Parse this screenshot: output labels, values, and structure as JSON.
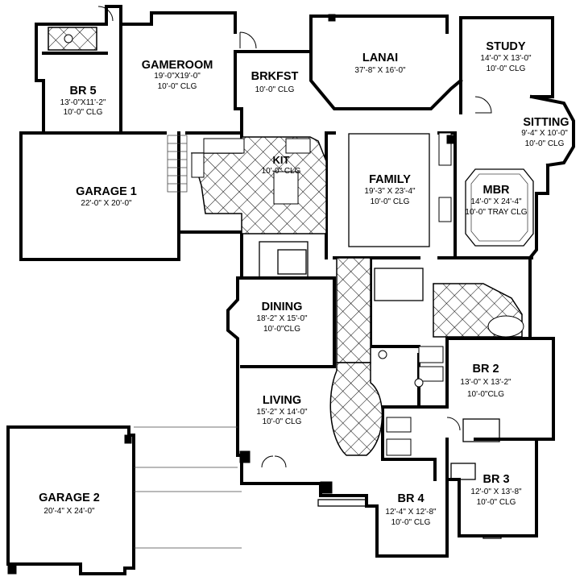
{
  "rooms": {
    "lanai": {
      "name": "LANAI",
      "dim": "37'-8\" X 16'-0\""
    },
    "study": {
      "name": "STUDY",
      "dim": "14'-0\" X 13'-0\"",
      "clg": "10'-0\" CLG"
    },
    "gameroom": {
      "name": "GAMEROOM",
      "dim": "19'-0\"X19'-0\"",
      "clg": "10'-0\" CLG"
    },
    "brkfst": {
      "name": "BRKFST",
      "clg": "10'-0\" CLG"
    },
    "br5": {
      "name": "BR 5",
      "dim": "13'-0\"X11'-2\"",
      "clg": "10'-0\" CLG"
    },
    "sitting": {
      "name": "SITTING",
      "dim": "9'-4\" X 10'-0\"",
      "clg": "10'-0\" CLG"
    },
    "kit": {
      "name": "KIT",
      "clg": "10'-0\" CLG"
    },
    "garage1": {
      "name": "GARAGE 1",
      "dim": "22'-0\" X 20'-0\""
    },
    "family": {
      "name": "FAMILY",
      "dim": "19'-3\" X 23'-4\"",
      "clg": "10'-0\" CLG"
    },
    "mbr": {
      "name": "MBR",
      "dim": "14'-0\" X 24'-4\"",
      "clg": "10'-0\" TRAY CLG"
    },
    "dining": {
      "name": "DINING",
      "dim": "18'-2\" X 15'-0\"",
      "clg": "10'-0\"CLG"
    },
    "br2": {
      "name": "BR 2",
      "dim": "13'-0\" X 13'-2\"",
      "clg": "10'-0\"CLG"
    },
    "living": {
      "name": "LIVING",
      "dim": "15'-2\" X 14'-0\"",
      "clg": "10'-0\" CLG"
    },
    "br3": {
      "name": "BR 3",
      "dim": "12'-0\" X 13'-8\"",
      "clg": "10'-0\" CLG"
    },
    "br4": {
      "name": "BR 4",
      "dim": "12'-4\" X 12'-8\"",
      "clg": "10'-0\" CLG"
    },
    "garage2": {
      "name": "GARAGE 2",
      "dim": "20'-4\" X 24'-0\""
    }
  }
}
